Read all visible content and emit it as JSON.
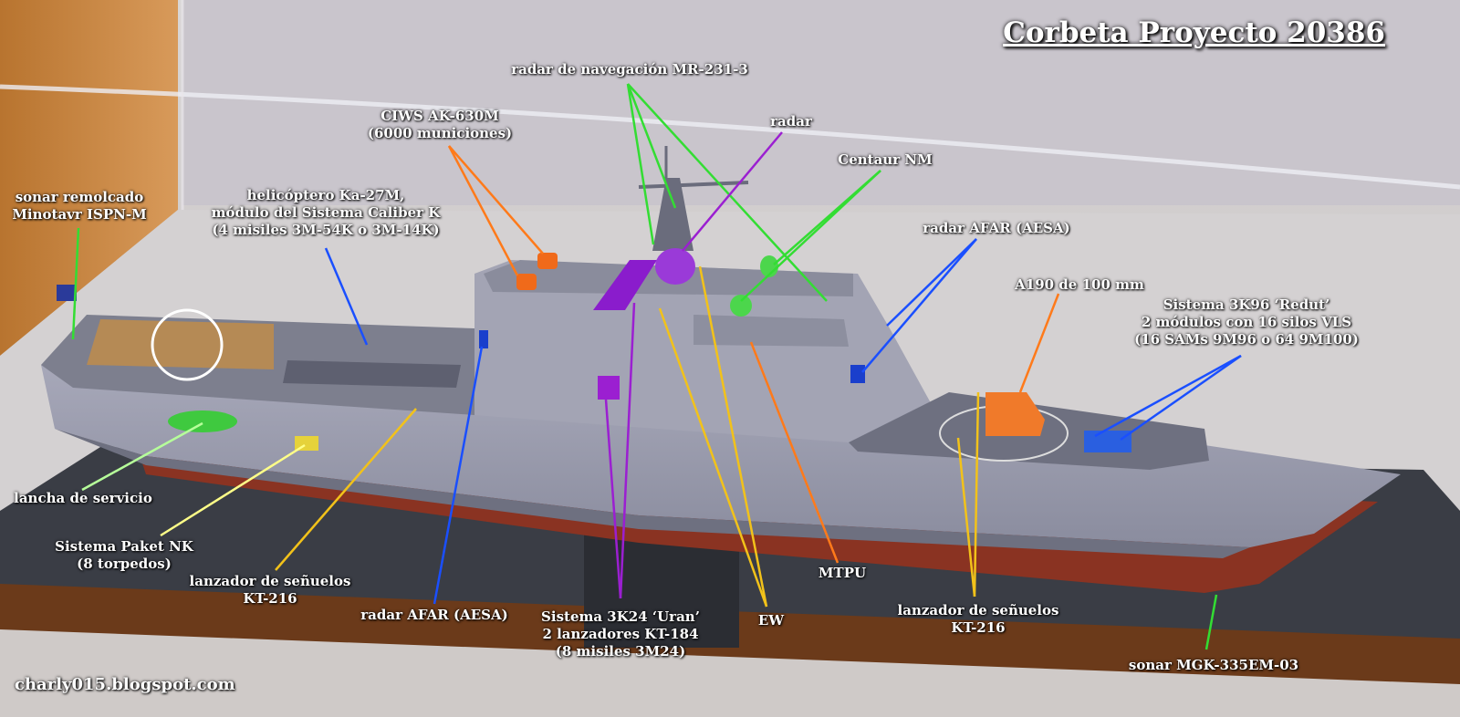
{
  "title": "Corbeta Proyecto 20386",
  "credit": "charly015.blogspot.com",
  "label_colors": {
    "green": "#33dd33",
    "orange": "#ff7a1a",
    "purple": "#9b1fd1",
    "blue": "#1a4fff",
    "yellow": "#f2c21a",
    "light_green": "#b6ff9a",
    "pale_yellow": "#ffff88"
  },
  "labels": {
    "sonar_remolcado": [
      "sonar remolcado",
      "Minotavr ISPN-M"
    ],
    "helicoptero": [
      "helicóptero Ka-27M,",
      "módulo del Sistema Caliber K",
      "(4 misiles 3M-54K o 3M-14K)"
    ],
    "ciws": [
      "CIWS AK-630M",
      "(6000 municiones)"
    ],
    "radar_navegacion": [
      "radar de navegación MR-231-3"
    ],
    "radar": [
      "radar"
    ],
    "centaur": [
      "Centaur NM"
    ],
    "radar_afar_top": [
      "radar AFAR (AESA)"
    ],
    "a190": [
      "A190 de 100 mm"
    ],
    "redut": [
      "Sistema 3K96 ‘Redut’",
      "2 módulos con 16 silos VLS",
      "(16 SAMs 9M96 o 64 9M100)"
    ],
    "lancha": [
      "lancha de servicio"
    ],
    "paket": [
      "Sistema Paket NK",
      "(8 torpedos)"
    ],
    "lanzador_left": [
      "lanzador de señuelos",
      "KT-216"
    ],
    "radar_afar_bottom": [
      "radar AFAR (AESA)"
    ],
    "uran": [
      "Sistema 3K24 ‘Uran’",
      "2 lanzadores KT-184",
      "(8 misiles 3M24)"
    ],
    "ew": [
      "EW"
    ],
    "mtpu": [
      "MTPU"
    ],
    "lanzador_right": [
      "lanzador de señuelos",
      "KT-216"
    ],
    "sonar_mgk": [
      "sonar MGK-335EM-03"
    ]
  }
}
